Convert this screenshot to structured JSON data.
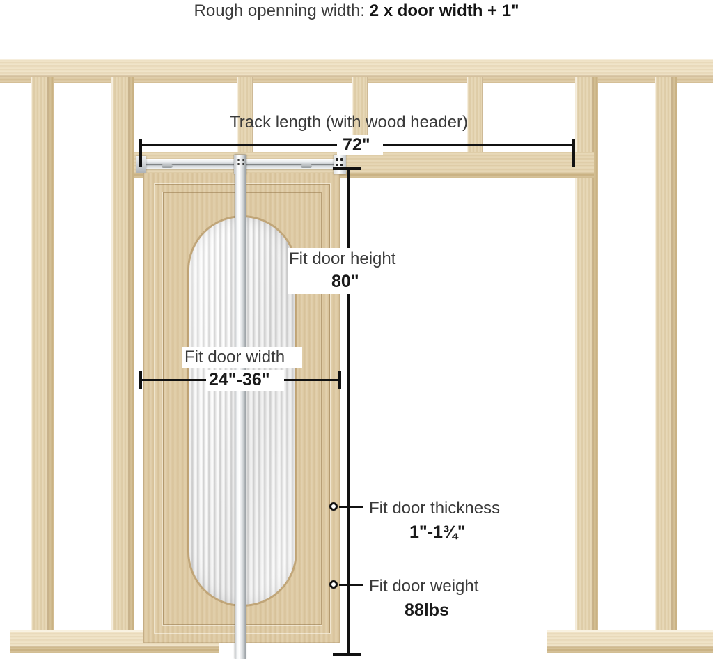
{
  "diagram": {
    "title_light": "Rough openning width: ",
    "title_bold": "2 x door width + 1\"",
    "measurements": [
      {
        "id": "track-length",
        "label": "Track length (with wood header)",
        "value": "72\""
      },
      {
        "id": "door-height",
        "label": "Fit door height",
        "value": "80\""
      },
      {
        "id": "door-width",
        "label": "Fit door width",
        "value": "24\"-36\""
      },
      {
        "id": "door-thickness",
        "label": "Fit door thickness",
        "value": "1\"-1¾\""
      },
      {
        "id": "door-weight",
        "label": "Fit door weight",
        "value": "88lbs"
      }
    ],
    "colors": {
      "wood_light": "#eee0c2",
      "wood_base": "#e3d2ae",
      "wood_mid": "#d9c49c",
      "wood_dark": "#cdb688",
      "door_face": "#ddc9a2",
      "glass": "#e9e9e9",
      "hardware": "#d4d8db",
      "dimension_line": "#111111",
      "label_text": "#3a3a3a",
      "value_text": "#1a1a1a",
      "background": "#ffffff"
    }
  }
}
